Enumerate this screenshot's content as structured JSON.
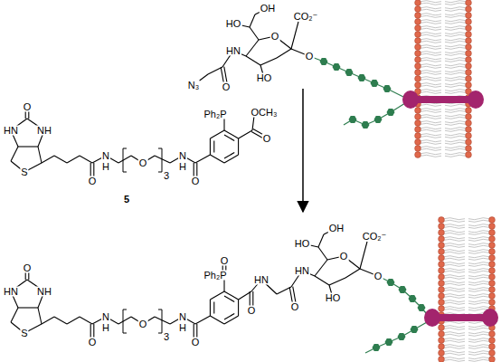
{
  "diagram": {
    "labels": [
      "OH",
      "HO",
      "O",
      "CO₂⁻",
      "HN",
      "O",
      "HO",
      "O",
      "N₃",
      "O",
      "HN",
      "NH",
      "S",
      "O",
      "N",
      "H",
      "O",
      "3",
      "N",
      "H",
      "O",
      "Ph₂P",
      "OCH₃",
      "O",
      "5",
      "O",
      "HN",
      "NH",
      "S",
      "O",
      "N",
      "H",
      "O",
      "3",
      "N",
      "H",
      "O",
      "O",
      "Ph₂P",
      "O",
      "HN",
      "O",
      "HN",
      "O",
      "CO₂⁻",
      "O",
      "HO",
      "OH",
      "HO"
    ]
  }
}
